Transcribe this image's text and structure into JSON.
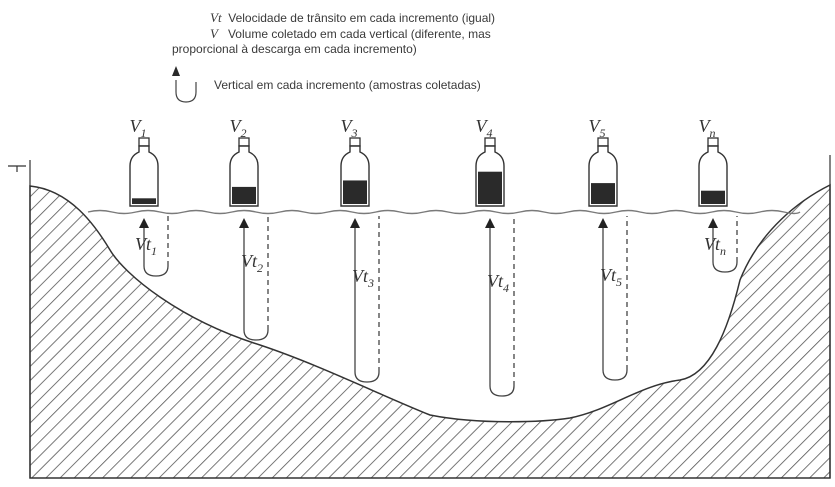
{
  "legend": {
    "vt_symbol": "Vt",
    "vt_text": "Velocidade de trânsito em cada incremento (igual)",
    "v_symbol": "V",
    "v_text_line1": "Volume coletado em cada vertical (diferente, mas",
    "v_text_line2": "proporcional à descarga em cada incremento)",
    "vertical_text": "Vertical em cada incremento (amostras coletadas)"
  },
  "verticals": [
    {
      "bottle_label": "V",
      "bottle_sub": "1",
      "vt_label": "Vt",
      "vt_sub": "1",
      "fill_fraction": 0.15
    },
    {
      "bottle_label": "V",
      "bottle_sub": "2",
      "vt_label": "Vt",
      "vt_sub": "2",
      "fill_fraction": 0.45
    },
    {
      "bottle_label": "V",
      "bottle_sub": "3",
      "vt_label": "Vt",
      "vt_sub": "3",
      "fill_fraction": 0.62
    },
    {
      "bottle_label": "V",
      "bottle_sub": "4",
      "vt_label": "Vt",
      "vt_sub": "4",
      "fill_fraction": 0.85
    },
    {
      "bottle_label": "V",
      "bottle_sub": "5",
      "vt_label": "Vt",
      "vt_sub": "5",
      "fill_fraction": 0.55
    },
    {
      "bottle_label": "V",
      "bottle_sub": "n",
      "vt_label": "Vt",
      "vt_sub": "n",
      "fill_fraction": 0.35
    }
  ],
  "colors": {
    "ink": "#333333",
    "fill_dark": "#2a2a2a",
    "hatch": "#555555",
    "water_line": "#7a7a7a"
  }
}
